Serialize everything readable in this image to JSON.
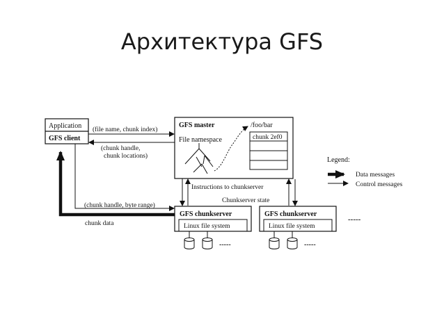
{
  "slide": {
    "title": "Архитектура GFS"
  },
  "diagram": {
    "client_box": {
      "application": "Application",
      "client": "GFS client"
    },
    "master_box": {
      "title": "GFS master",
      "namespace": "File namespace",
      "path": "/foo/bar",
      "chunk": "chunk 2ef0"
    },
    "messages": {
      "file_chunk_index": "(file name, chunk index)",
      "chunk_handle_line1": "(chunk handle,",
      "chunk_handle_line2": "chunk locations)",
      "chunk_handle_byte_range": "(chunk handle, byte range)",
      "chunk_data": "chunk data",
      "instructions": "Instructions to chunkserver",
      "state": "Chunkserver state"
    },
    "chunkservers": [
      {
        "title": "GFS chunkserver",
        "fs": "Linux file system",
        "dots": "-----"
      },
      {
        "title": "GFS chunkserver",
        "fs": "Linux file system",
        "dots": "-----"
      }
    ],
    "more_servers": "-----",
    "legend": {
      "title": "Legend:",
      "data": "Data messages",
      "control": "Control messages"
    }
  }
}
